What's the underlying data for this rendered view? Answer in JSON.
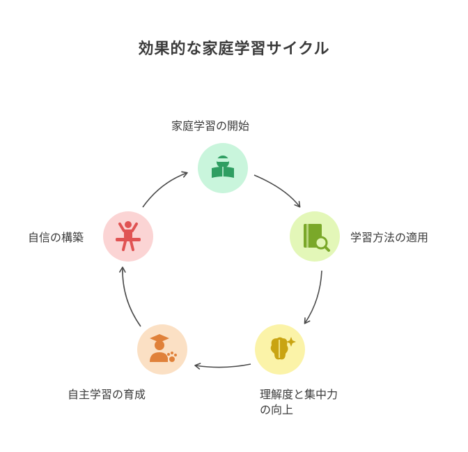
{
  "title": "効果的な家庭学習サイクル",
  "steps": [
    {
      "label": "家庭学習の開始",
      "icon": "reading-person-icon",
      "color": "#c9f5dc",
      "iconColor": "#2f9e62"
    },
    {
      "label": "学習方法の適用",
      "icon": "book-search-icon",
      "color": "#e3f7b8",
      "iconColor": "#7aa829"
    },
    {
      "label": "理解度と集中力の向上",
      "icon": "brain-sparkle-icon",
      "color": "#fbf3a8",
      "iconColor": "#c9a412"
    },
    {
      "label": "自主学習の育成",
      "icon": "graduate-paw-icon",
      "color": "#fbe0c4",
      "iconColor": "#e0813a"
    },
    {
      "label": "自信の構築",
      "icon": "confident-person-icon",
      "color": "#fbd4d4",
      "iconColor": "#e05353"
    }
  ],
  "colors": {
    "arrow": "#4a4a4a",
    "text": "#3a3a3a"
  }
}
